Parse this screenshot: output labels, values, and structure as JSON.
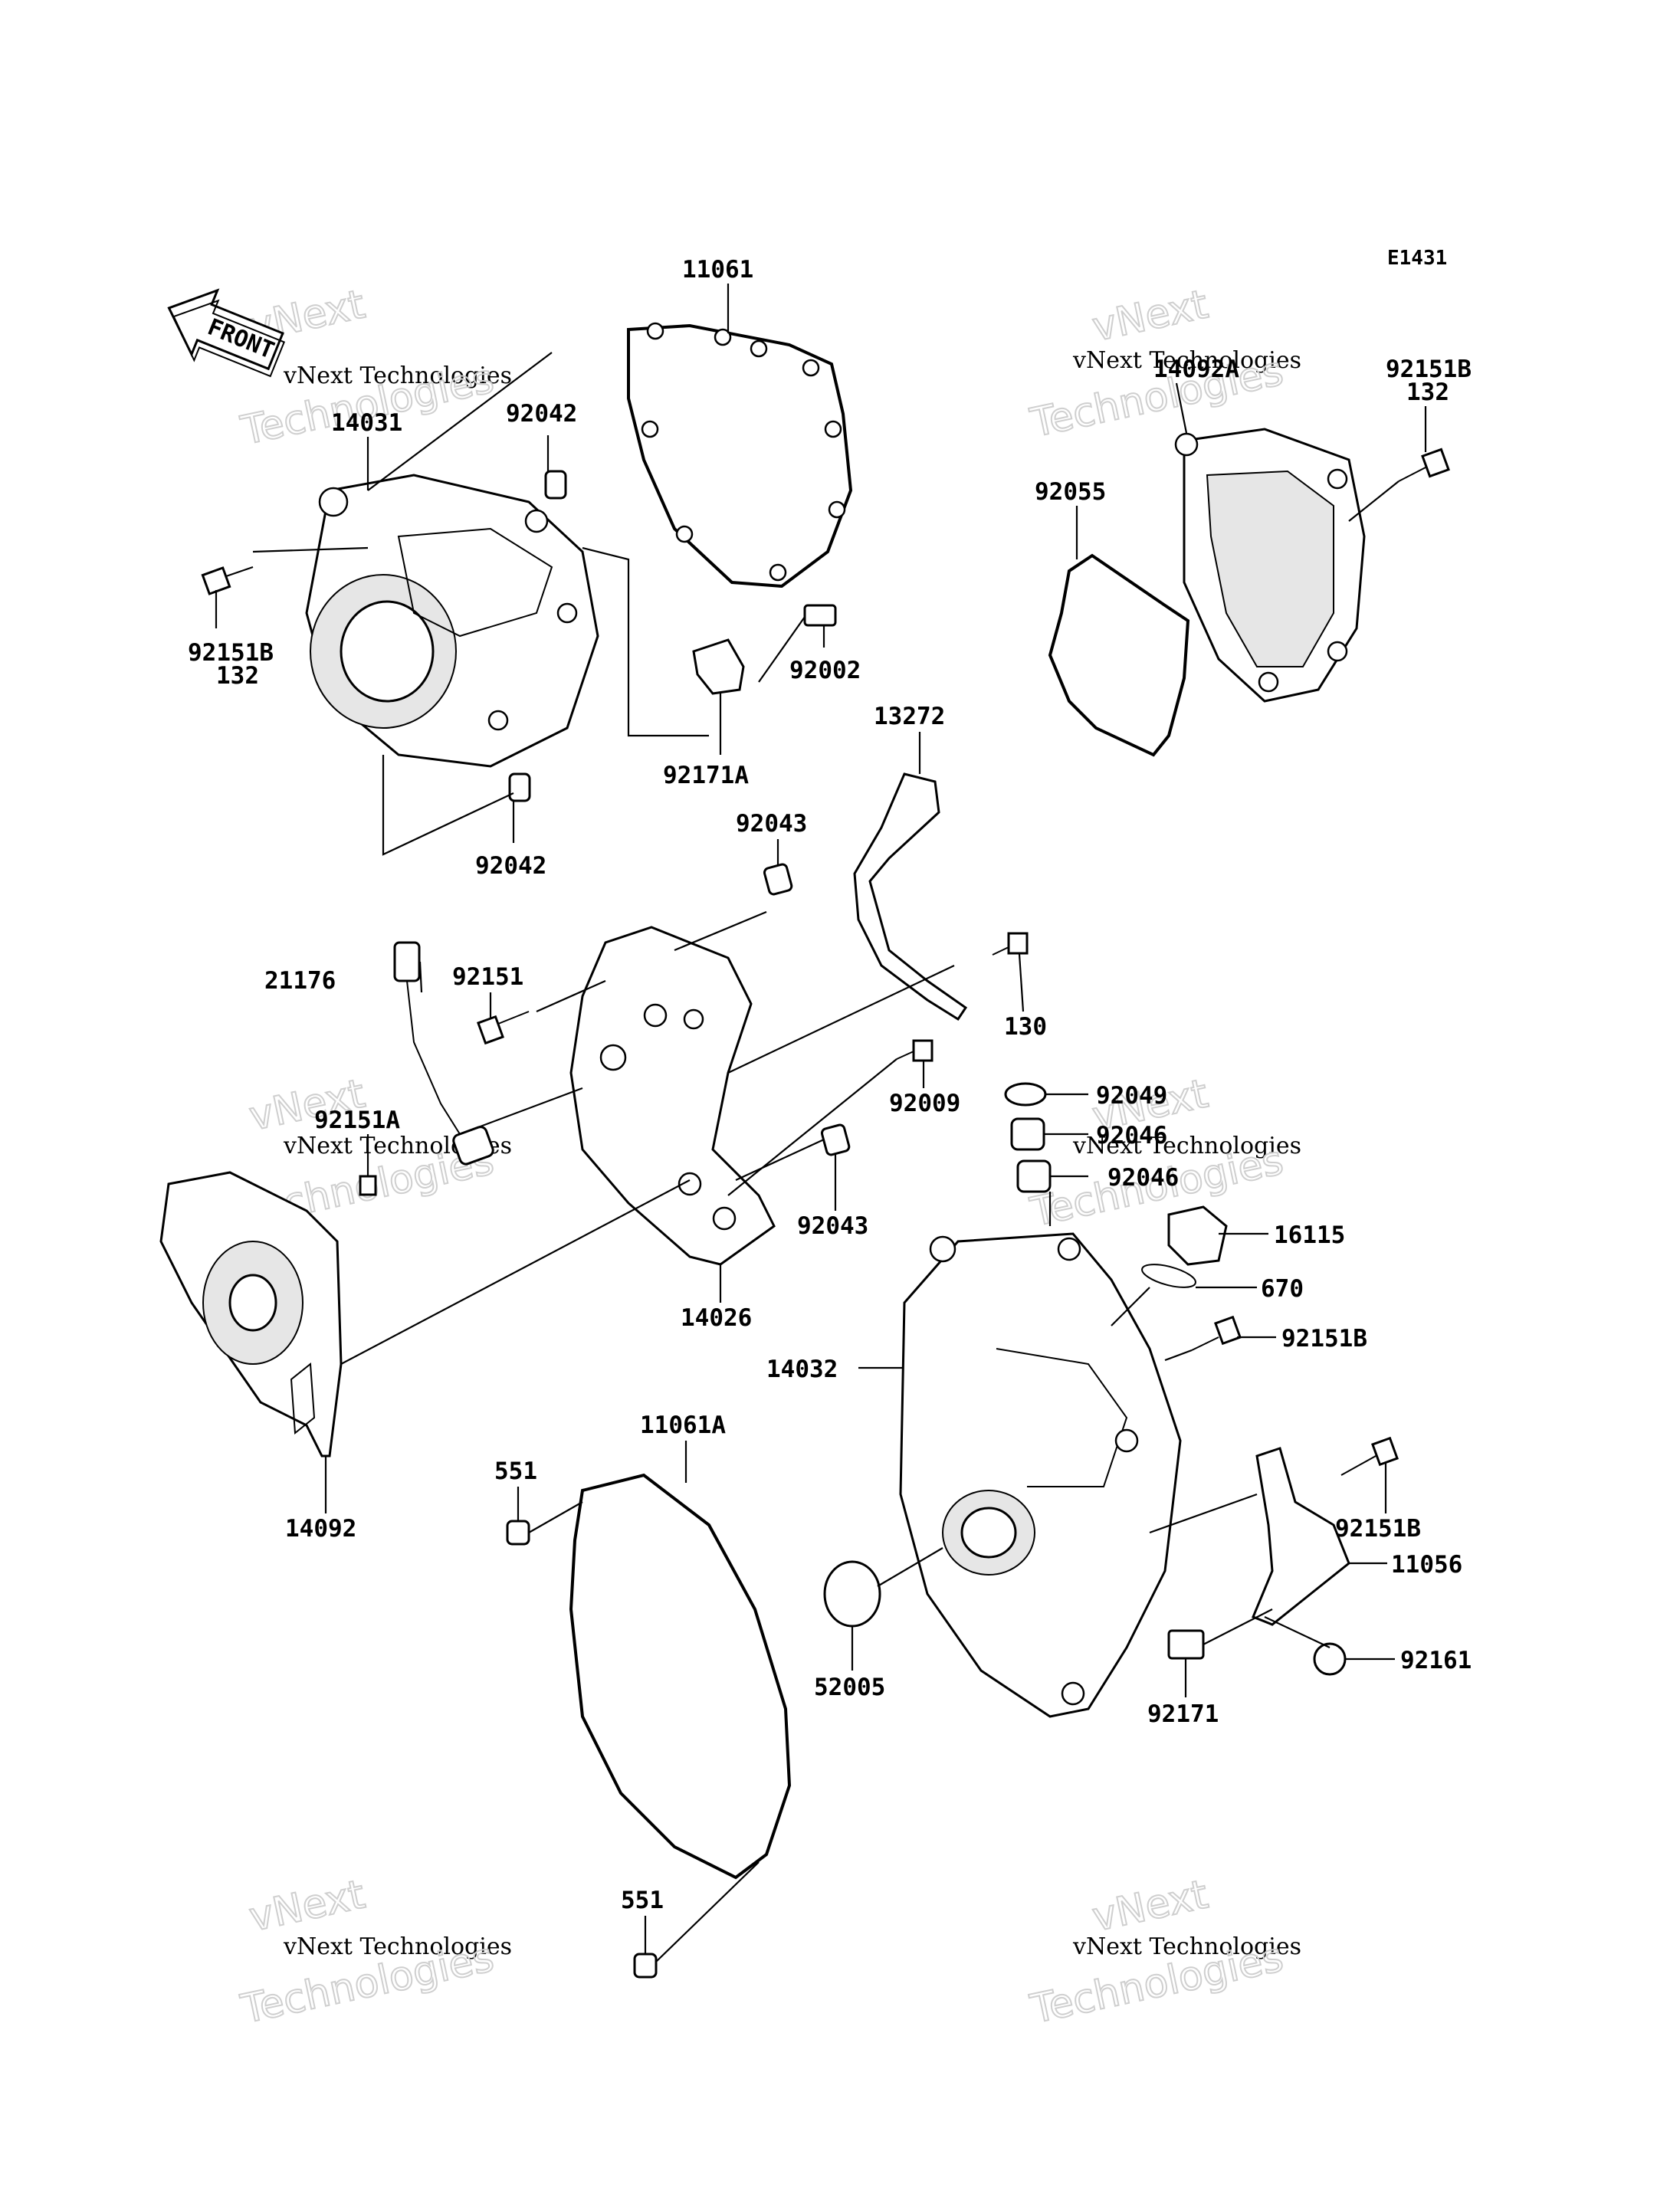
{
  "diagram_code": "E1431",
  "front_arrow_label": "FRONT",
  "watermark": {
    "line1": "vNext",
    "line2": "vNext Technologies",
    "line3": "Technologies"
  },
  "parts": {
    "p11061": "11061",
    "p14092A": "14092A",
    "p92151B_tr": "92151B",
    "q132_tr": "132",
    "p14031": "14031",
    "p92042_top": "92042",
    "p92055": "92055",
    "p92151B_l": "92151B",
    "q132_l": "132",
    "p92002": "92002",
    "p13272": "13272",
    "p92171A": "92171A",
    "p92043_top": "92043",
    "p92042_bot": "92042",
    "p21176": "21176",
    "p92151": "92151",
    "p130": "130",
    "p92049": "92049",
    "p92046_a": "92046",
    "p92046_b": "92046",
    "p92151A": "92151A",
    "p92009": "92009",
    "p92043_bot": "92043",
    "p16115": "16115",
    "p670": "670",
    "p14026": "14026",
    "p14032": "14032",
    "p92151B_m": "92151B",
    "p11061A": "11061A",
    "p551_top": "551",
    "p92151B_b": "92151B",
    "p14092": "14092",
    "p11056": "11056",
    "p52005": "52005",
    "p92161": "92161",
    "p92171": "92171",
    "p551_bot": "551"
  }
}
